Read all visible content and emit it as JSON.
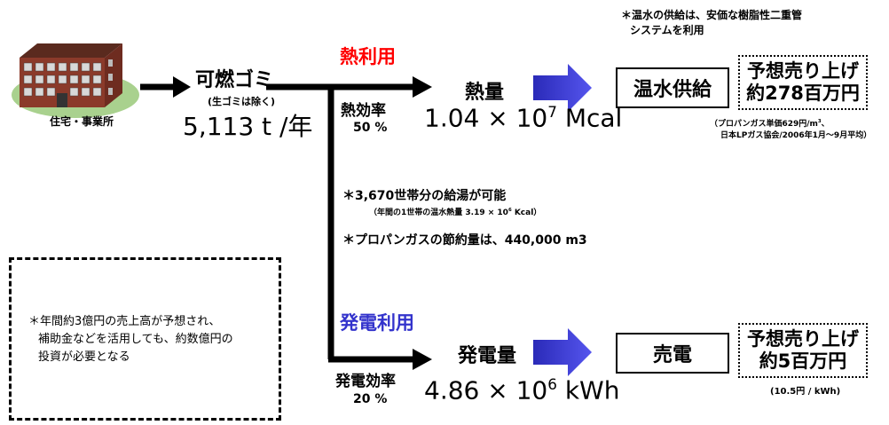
{
  "source": {
    "label": "住宅・事業所"
  },
  "combustible": {
    "title": "可燃ゴミ",
    "note": "(生ゴミは除く)",
    "amount": "5,113 t /年"
  },
  "heat": {
    "branch_label": "熱利用",
    "efficiency_label": "熱効率",
    "efficiency_value": "50 %",
    "output_label": "熱量",
    "output_mantissa": "1.04 × 10",
    "output_exp": "7",
    "output_unit": " Mcal",
    "supply_box": "温水供給",
    "sales_line1": "予想売り上げ",
    "sales_line2": "約278百万円",
    "price_note_line1": "（プロパンガス単価629円/m",
    "price_note_sup": "3",
    "price_note_line1_end": "、",
    "price_note_line2": "日本LPガス協会/2006年1月～9月平均）",
    "top_note_line1": "＊温水の供給は、安価な樹脂性二重管",
    "top_note_line2": "システムを利用",
    "households_note": "＊3,670世帯分の給湯が可能",
    "households_sub_pre": "（年間の1世帯の温水熱量 3.19 × 10",
    "households_sub_exp": "6",
    "households_sub_post": " Kcal）",
    "propane_note": "＊プロパンガスの節約量は、440,000 m3"
  },
  "power": {
    "branch_label": "発電利用",
    "efficiency_label": "発電効率",
    "efficiency_value": "20 %",
    "output_label": "発電量",
    "output_mantissa": "4.86 × 10",
    "output_exp": "6",
    "output_unit": " kWh",
    "sale_box": "売電",
    "sales_line1": "予想売り上げ",
    "sales_line2": "約5百万円",
    "price_note": "(10.5円 / kWh)"
  },
  "investment_note": {
    "line1": "＊年間約3億円の売上高が予想され、",
    "line2": "補助金などを活用しても、約数億円の",
    "line3": "投資が必要となる"
  },
  "colors": {
    "heat_red": "#ff0000",
    "power_blue": "#3333cc",
    "arrow_fill": "#3333dd",
    "lawn": "#a9d18e",
    "building": "#8b3a2a"
  }
}
